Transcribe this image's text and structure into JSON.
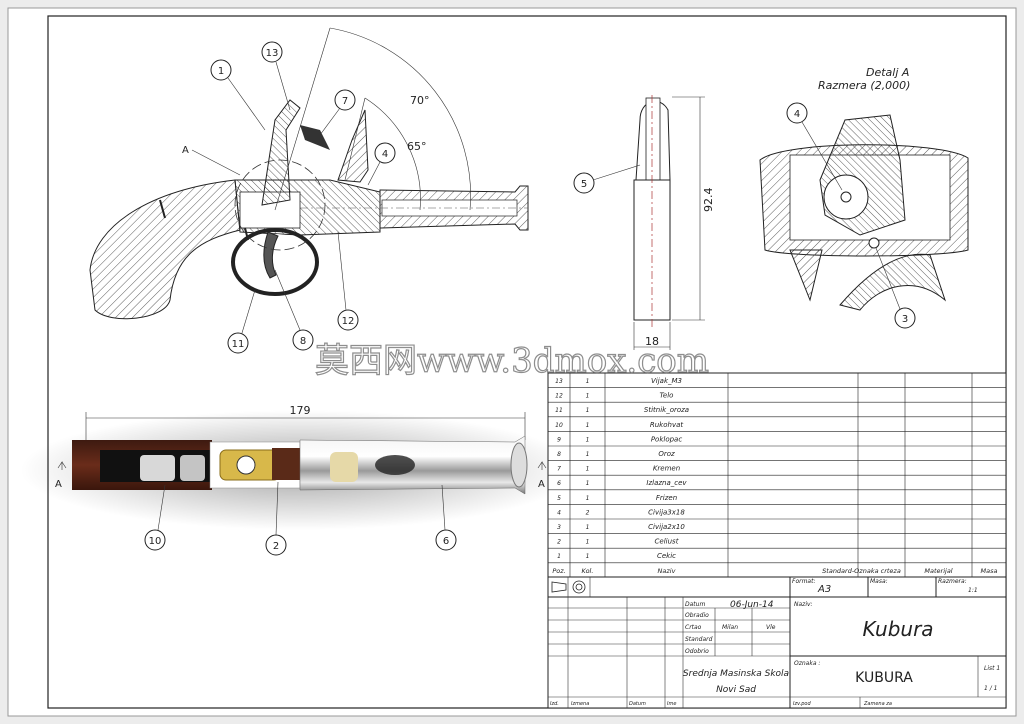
{
  "watermark": "莫西网www.3dmox.com",
  "detail": {
    "title": "Detalj A",
    "scale": "Razmera (2,000)"
  },
  "angles": [
    "70°",
    "65°"
  ],
  "section_letter": "A",
  "dimensions": {
    "height": "92.4",
    "width": "18",
    "length": "179"
  },
  "balloons": {
    "top_view": [
      "1",
      "13",
      "7",
      "4",
      "11",
      "8",
      "12"
    ],
    "side_view": [
      "5"
    ],
    "detail_view": [
      "4",
      "3"
    ],
    "render_view": [
      "10",
      "2",
      "6"
    ]
  },
  "bom": {
    "headers": [
      "Poz.",
      "Kol.",
      "Naziv",
      "Standard-Oznaka crteza",
      "Materijal",
      "Masa"
    ],
    "rows": [
      [
        "13",
        "1",
        "Vijak_M3"
      ],
      [
        "12",
        "1",
        "Telo"
      ],
      [
        "11",
        "1",
        "Stitnik_oroza"
      ],
      [
        "10",
        "1",
        "Rukohvat"
      ],
      [
        "9",
        "1",
        "Poklopac"
      ],
      [
        "8",
        "1",
        "Oroz"
      ],
      [
        "7",
        "1",
        "Kremen"
      ],
      [
        "6",
        "1",
        "Izlazna_cev"
      ],
      [
        "5",
        "1",
        "Frizen"
      ],
      [
        "4",
        "2",
        "Civija3x18"
      ],
      [
        "3",
        "1",
        "Civija2x10"
      ],
      [
        "2",
        "1",
        "Celiust"
      ],
      [
        "1",
        "1",
        "Cekic"
      ]
    ]
  },
  "title_block": {
    "format_label": "Format:",
    "format_value": "A3",
    "masa_label": "Masa:",
    "razmera_label": "Razmera:",
    "razmera_value": "1:1",
    "datum_label": "Datum",
    "datum_value": "06-Jun-14",
    "obradio_label": "Obradio",
    "crtao_label": "Crtao",
    "crtao_value": "Milan",
    "crtao_value2": "Vle",
    "standard_label": "Standard",
    "odobrio_label": "Odobrio",
    "naziv_label": "Naziv:",
    "naziv_value": "Kubura",
    "school": "Srednja Masinska Skola",
    "city": "Novi Sad",
    "oznaka_label": "Oznaka :",
    "oznaka_value": "KUBURA",
    "list_label": "List 1",
    "list_value": "1 / 1",
    "footer": [
      "Izd.",
      "Izmena",
      "Datum",
      "Ime",
      "Izv.pod",
      "Zamena za"
    ]
  }
}
